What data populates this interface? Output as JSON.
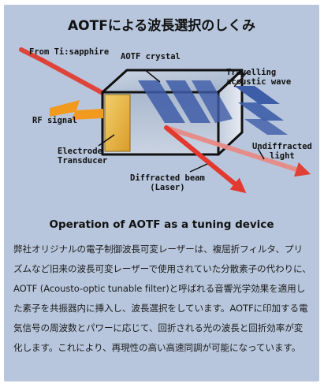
{
  "title": "AOTFによる波長選択のしくみ",
  "labels": {
    "from_laser": "From Ti:sapphire",
    "crystal": "AOTF crystal",
    "acoustic": "Travelling\nacoustic wave",
    "rf": "RF signal",
    "electrode": "Electrode\nTransducer",
    "undiffracted": "Undiffracted\nlight",
    "diffracted": "Diffracted beam\n(Laser)"
  },
  "caption": "Operation of AOTF as a tuning device",
  "description": "弊社オリジナルの電子制御波長可変レーザーは、複屈折フィルタ、プリズムなど旧来の波長可変レーザーで使用されていた分散素子の代わりに、AOTF (Acousto-optic tunable filter)と呼ばれる音響光学効果を適用した素子を共振器内に挿入し、波長選択をしています。AOTFに印加する電気信号の周波数とパワーに応じて、回折される光の波長と回折効率が変化します。これにより、再現性の高い高速同調が可能になっています。",
  "colors": {
    "panel_bg": "#b7c6dc",
    "beam": "#e23a2e",
    "rf_signal": "#f19a1e",
    "acoustic_wave": "#3e5da8",
    "transducer": "#e3b13c"
  },
  "icons": [
    "laser-beam-arrow",
    "rf-lightning-icon",
    "acoustic-wave-icon",
    "crystal-box"
  ]
}
